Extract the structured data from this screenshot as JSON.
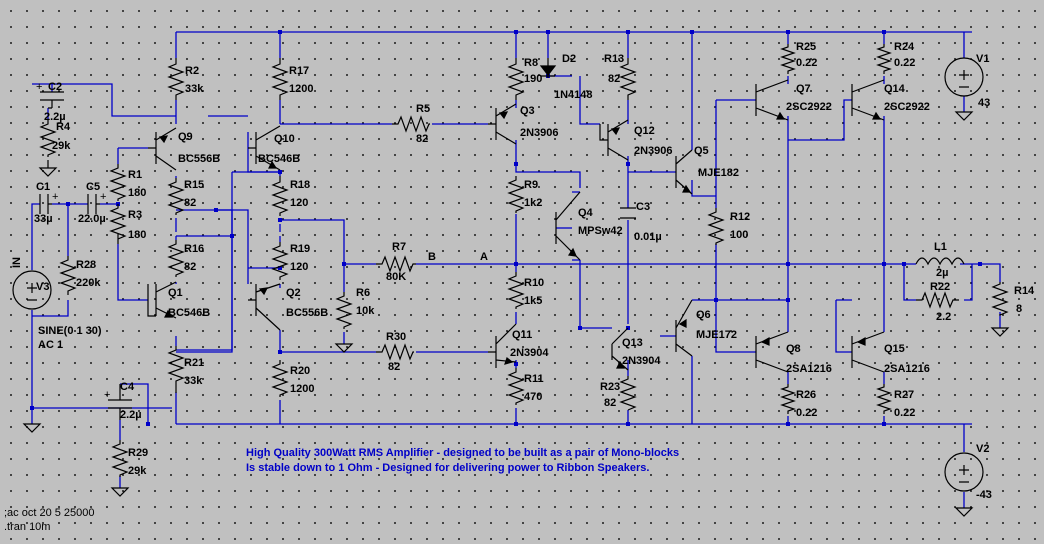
{
  "notes": {
    "line1": "High Quality 300Watt RMS Amplifier - designed to be built as a pair of Mono-blocks",
    "line2": "Is stable down to 1 Ohm  -  Designed for delivering power to Ribbon Speakers."
  },
  "directives": {
    "ac": ";ac oct 20 5 25000",
    "tran": ".tran 10m"
  },
  "nets": {
    "in": "IN",
    "b": "B",
    "a": "A"
  },
  "sources": {
    "v1": {
      "name": "V1",
      "value": "43"
    },
    "v2": {
      "name": "V2",
      "value": "-43"
    },
    "v3": {
      "name": "V3",
      "value1": "SINE(0 1 30)",
      "value2": "AC 1"
    }
  },
  "resistors": [
    {
      "name": "R2",
      "value": "33k"
    },
    {
      "name": "R17",
      "value": "1200"
    },
    {
      "name": "R5",
      "value": "82"
    },
    {
      "name": "R8",
      "value": "190"
    },
    {
      "name": "R13",
      "value": "82"
    },
    {
      "name": "R25",
      "value": "0.22"
    },
    {
      "name": "R24",
      "value": "0.22"
    },
    {
      "name": "R4",
      "value": "29k"
    },
    {
      "name": "R1",
      "value": "180"
    },
    {
      "name": "R15",
      "value": "82"
    },
    {
      "name": "R3",
      "value": "180"
    },
    {
      "name": "R18",
      "value": "120"
    },
    {
      "name": "R9",
      "value": "1k2"
    },
    {
      "name": "R12",
      "value": "100"
    },
    {
      "name": "R16",
      "value": "82"
    },
    {
      "name": "R19",
      "value": "120"
    },
    {
      "name": "R7",
      "value": "80K"
    },
    {
      "name": "R28",
      "value": "220k"
    },
    {
      "name": "R6",
      "value": "10k"
    },
    {
      "name": "R10",
      "value": "1k5"
    },
    {
      "name": "R22",
      "value": "2.2"
    },
    {
      "name": "R14",
      "value": "8"
    },
    {
      "name": "R30",
      "value": "82"
    },
    {
      "name": "R21",
      "value": "33k"
    },
    {
      "name": "R20",
      "value": "1200"
    },
    {
      "name": "R11",
      "value": "470"
    },
    {
      "name": "R23",
      "value": "82"
    },
    {
      "name": "R26",
      "value": "0.22"
    },
    {
      "name": "R27",
      "value": "0.22"
    },
    {
      "name": "R29",
      "value": "29k"
    }
  ],
  "capacitors": [
    {
      "name": "C2",
      "value": "2.2µ"
    },
    {
      "name": "C1",
      "value": "33µ"
    },
    {
      "name": "C5",
      "value": "22.0µ"
    },
    {
      "name": "C3",
      "value": "0.01µ"
    },
    {
      "name": "C4",
      "value": "2.2µ"
    }
  ],
  "inductors": [
    {
      "name": "L1",
      "value": "2µ"
    }
  ],
  "diodes": [
    {
      "name": "D2",
      "value": "1N4148"
    }
  ],
  "transistors": [
    {
      "name": "Q9",
      "value": "BC556B"
    },
    {
      "name": "Q10",
      "value": "BC546B"
    },
    {
      "name": "Q3",
      "value": "2N3906"
    },
    {
      "name": "Q12",
      "value": "2N3906"
    },
    {
      "name": "Q5",
      "value": "MJE182"
    },
    {
      "name": "Q7",
      "value": "2SC2922"
    },
    {
      "name": "Q14",
      "value": "2SC2922"
    },
    {
      "name": "Q4",
      "value": "MPSw42"
    },
    {
      "name": "Q1",
      "value": "BC546B"
    },
    {
      "name": "Q2",
      "value": "BC556B"
    },
    {
      "name": "Q11",
      "value": "2N3904"
    },
    {
      "name": "Q13",
      "value": "2N3904"
    },
    {
      "name": "Q6",
      "value": "MJE172"
    },
    {
      "name": "Q8",
      "value": "2SA1216"
    },
    {
      "name": "Q15",
      "value": "2SA1216"
    }
  ]
}
